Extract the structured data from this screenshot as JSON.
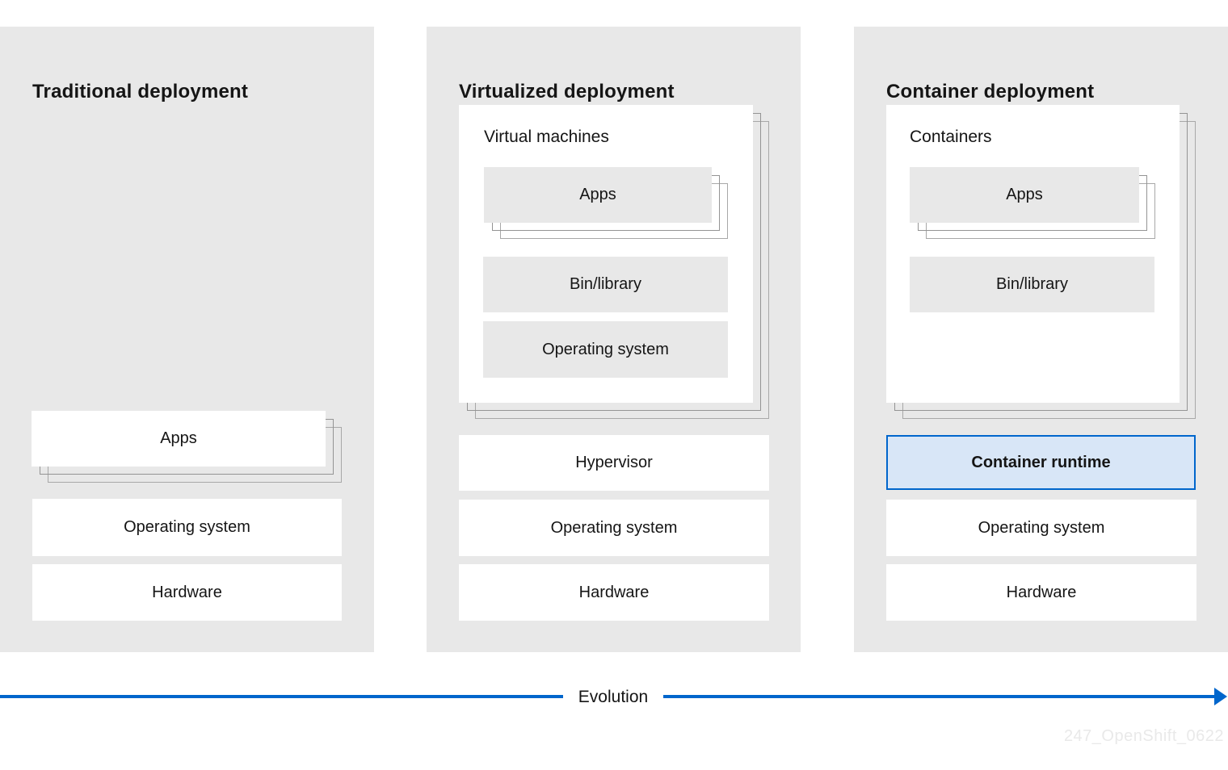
{
  "colors": {
    "accent": "#0066cc",
    "runtime_fill": "#d8e6f7",
    "panel_bg": "#e8e8e8",
    "box_white": "#ffffff",
    "text": "#151515",
    "stack_line": "#9c9c9c",
    "watermark_color": "#e9e9e9"
  },
  "panels": {
    "traditional": {
      "title": "Traditional deployment",
      "apps": "Apps",
      "os": "Operating system",
      "hardware": "Hardware"
    },
    "virtualized": {
      "title": "Virtualized deployment",
      "group_label": "Virtual machines",
      "apps": "Apps",
      "bin": "Bin/library",
      "guest_os": "Operating system",
      "hypervisor": "Hypervisor",
      "os": "Operating system",
      "hardware": "Hardware"
    },
    "container": {
      "title": "Container deployment",
      "group_label": "Containers",
      "apps": "Apps",
      "bin": "Bin/library",
      "runtime": "Container runtime",
      "os": "Operating system",
      "hardware": "Hardware"
    }
  },
  "evolution": {
    "label": "Evolution"
  },
  "watermark": "247_OpenShift_0622"
}
